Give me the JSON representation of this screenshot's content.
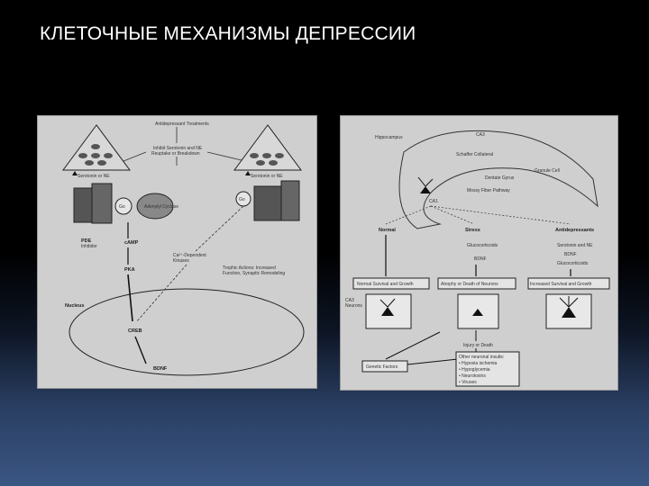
{
  "slide": {
    "title": "КЛЕТОЧНЫЕ МЕХАНИЗМЫ ДЕПРЕССИИ"
  },
  "left_figure": {
    "labels": {
      "top": "Antidepressant Treatments",
      "reuptake_1": "Inhibit Serotonin and NE",
      "reuptake_2": "Reuptake or Breakdown",
      "neuro_left": "Serotonin or NE",
      "neuro_right": "Serotonin or NE",
      "go_left": "Go",
      "go_right": "Go",
      "camp_box": "Adenylyl Cyclase",
      "pde": "PDE",
      "pde_sub": "Inhibitor",
      "camp": "cAMP",
      "pka": "PKA",
      "ca_1": "Ca²⁺-Dependent",
      "ca_2": "Kinases",
      "trophic_1": "Trophic Actions: Increased",
      "trophic_2": "Function, Synaptic Remodeling",
      "nucleus": "Nucleus",
      "creb": "CREB",
      "bdnf": "BDNF"
    }
  },
  "right_figure": {
    "labels": {
      "hippocampus": "Hippocampus",
      "ca3": "CA3",
      "dentate_gyrus": "Dentate Gyrus",
      "mossy_fiber": "Mossy Fiber Pathway",
      "schaffer": "Schaffer Collateral",
      "granule_cell": "Granule Cell",
      "ca1": "CA1",
      "normal": "Normal",
      "stress": "Stress",
      "antidepressants": "Antidepressants",
      "glucocorticoids": "Glucocorticoids",
      "bdnf_down": "BDNF",
      "serotonin_ne": "Serotonin and NE",
      "bdnf_up": "BDNF",
      "glucocorticoids_2": "Glucocorticoids",
      "box_normal": "Normal Survival and Growth",
      "box_atrophy": "Atrophy or Death of Neurons",
      "box_increased": "Increased Survival and Growth",
      "ca3_neurons_1": "CA3",
      "ca3_neurons_2": "Neurons",
      "injury": "Injury or Death",
      "genetic": "Genetic Factors",
      "other_title": "Other neuronal insults:",
      "insult_1": "• Hypoxia ischemia",
      "insult_2": "• Hypoglycemia",
      "insult_3": "• Neurotoxins",
      "insult_4": "• Viruses"
    }
  }
}
